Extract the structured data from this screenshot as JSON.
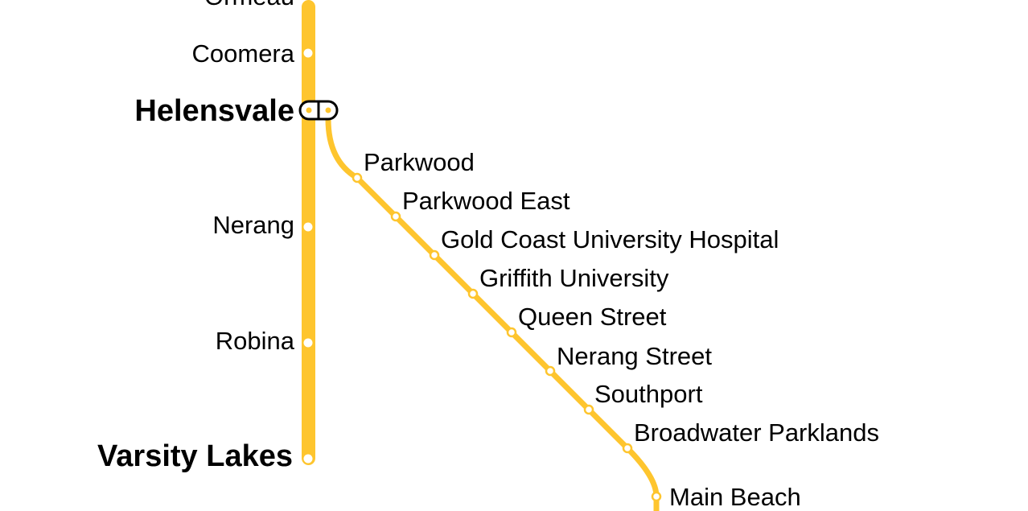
{
  "colors": {
    "line": "#FEC52E",
    "background": "#FFFFFF",
    "text": "#000000",
    "station_fill": "#FFFFFF",
    "interchange_outline": "#000000"
  },
  "rail_line": {
    "stations": [
      {
        "name": "Ormeau",
        "type": "regular",
        "partially_visible": true
      },
      {
        "name": "Coomera",
        "type": "regular"
      },
      {
        "name": "Helensvale",
        "type": "interchange"
      },
      {
        "name": "Nerang",
        "type": "regular"
      },
      {
        "name": "Robina",
        "type": "regular"
      },
      {
        "name": "Varsity Lakes",
        "type": "terminus"
      }
    ]
  },
  "light_rail_line": {
    "stations": [
      {
        "name": "Parkwood"
      },
      {
        "name": "Parkwood East"
      },
      {
        "name": "Gold Coast University Hospital"
      },
      {
        "name": "Griffith University"
      },
      {
        "name": "Queen Street"
      },
      {
        "name": "Nerang Street"
      },
      {
        "name": "Southport"
      },
      {
        "name": "Broadwater Parklands"
      },
      {
        "name": "Main Beach"
      }
    ]
  }
}
